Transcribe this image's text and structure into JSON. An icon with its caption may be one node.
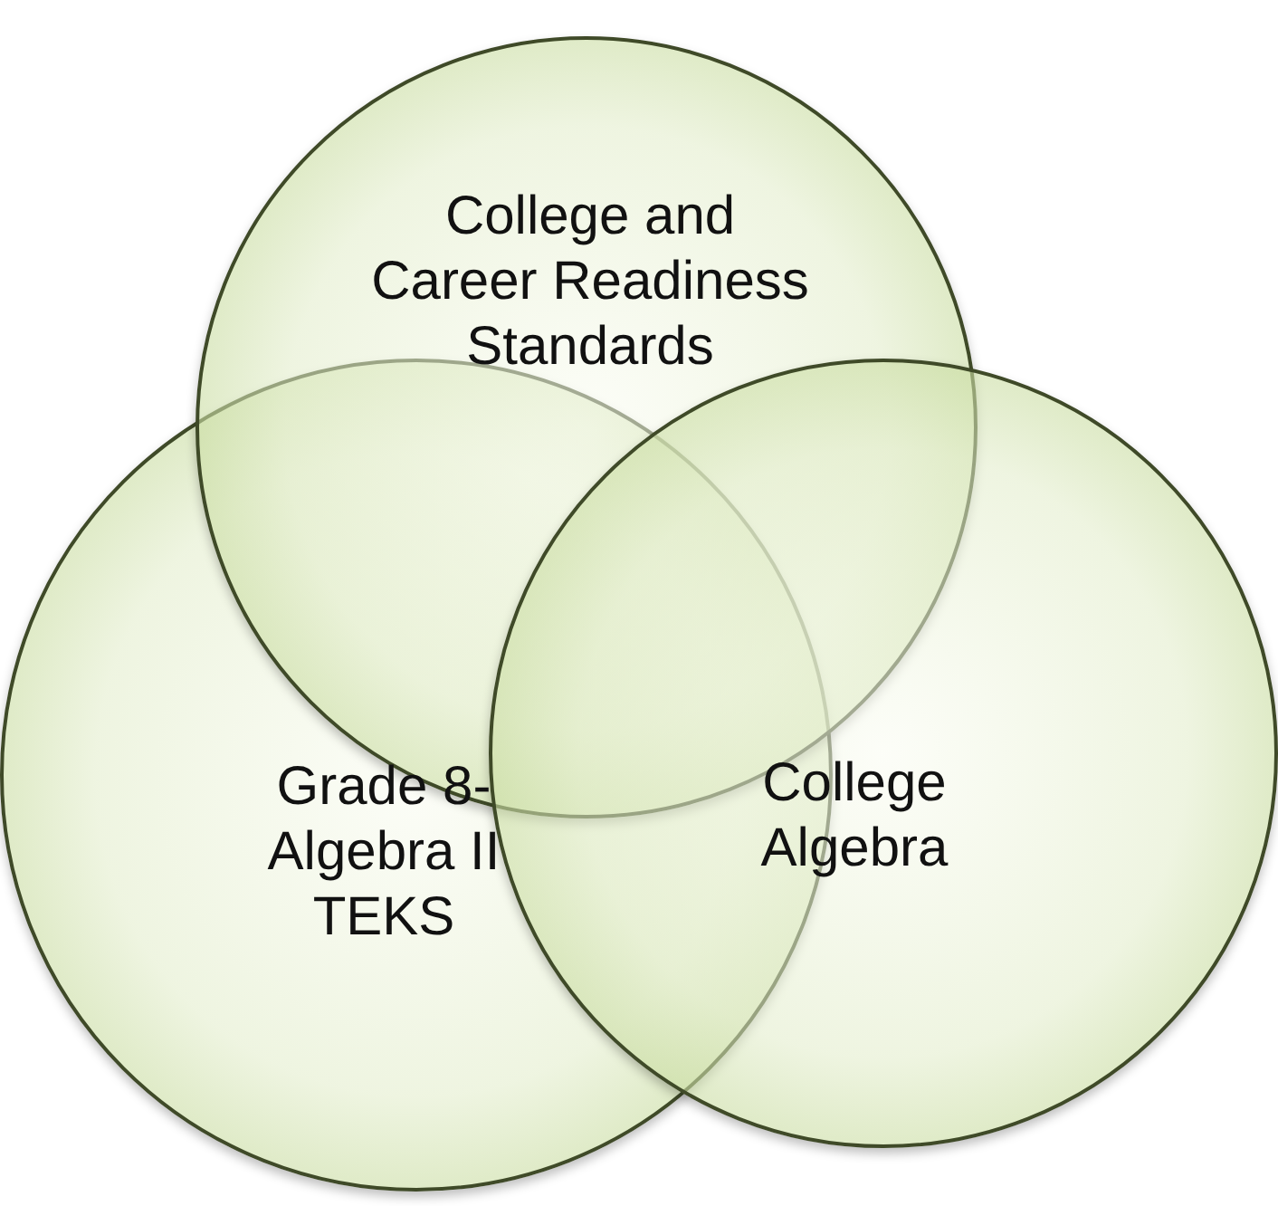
{
  "diagram": {
    "nodes": [
      {
        "text": [
          "Grade 8- Algebra II TEKS"
        ]
      },
      {
        "text": [
          "College and Career Readiness Standards"
        ]
      },
      {
        "text": [
          "College Algebra"
        ]
      }
    ]
  }
}
